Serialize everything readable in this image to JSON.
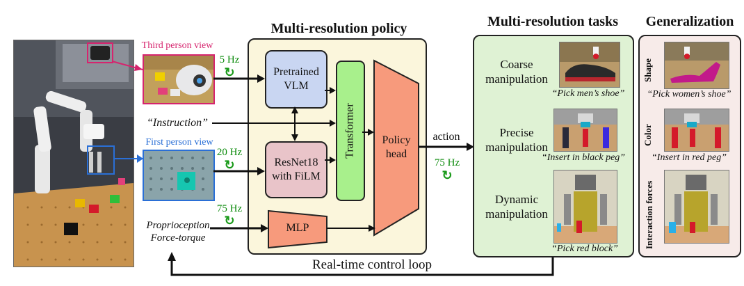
{
  "titles": {
    "policy": "Multi-resolution policy",
    "tasks": "Multi-resolution tasks",
    "generalization": "Generalization"
  },
  "inputs": {
    "third_person": "Third person view",
    "first_person": "First person view",
    "instruction": "“Instruction”",
    "proprio_line1": "Proprioception",
    "proprio_line2": "Force-torque"
  },
  "rates": {
    "vlm": "5 Hz",
    "resnet": "20 Hz",
    "mlp": "75 Hz",
    "action": "75 Hz"
  },
  "blocks": {
    "vlm_line1": "Pretrained",
    "vlm_line2": "VLM",
    "resnet_line1": "ResNet18",
    "resnet_line2": "with FiLM",
    "mlp": "MLP",
    "transformer": "Transformer",
    "head_line1": "Policy",
    "head_line2": "head"
  },
  "action_label": "action",
  "loop_label": "Real-time control loop",
  "tasks": [
    {
      "line1": "Coarse",
      "line2": "manipulation",
      "quote": "“Pick men’s shoe”"
    },
    {
      "line1": "Precise",
      "line2": "manipulation",
      "quote": "“Insert in black peg”"
    },
    {
      "line1": "Dynamic",
      "line2": "manipulation",
      "quote": "“Pick red block”"
    }
  ],
  "generalization": [
    {
      "label": "Shape",
      "quote": "“Pick women’s shoe”"
    },
    {
      "label": "Color",
      "quote": "“Insert in red peg”"
    },
    {
      "label": "Interaction forces",
      "quote": ""
    }
  ],
  "colors": {
    "vlm": "#c9d6f2",
    "resnet": "#e9c4c9",
    "transformer": "#a8f08c",
    "head": "#f79a7c",
    "mlp": "#f79a7c",
    "policy_bg": "#fbf6dc",
    "tasks_bg": "#dff2d4",
    "generalization_bg": "#f7ebe9",
    "third_person": "#d6246e",
    "first_person": "#2a6fd6",
    "hz": "#0a8a0a"
  }
}
